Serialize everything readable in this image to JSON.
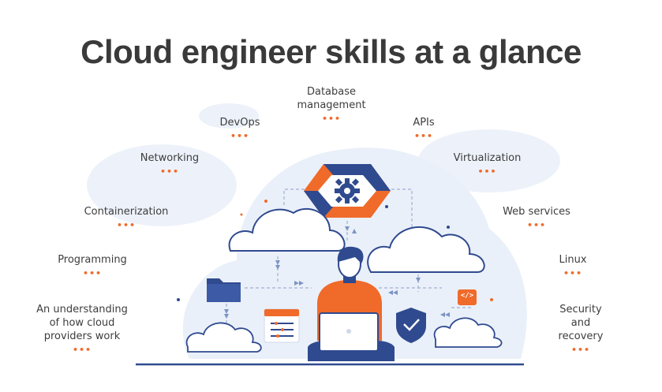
{
  "title": "Cloud engineer skills at a glance",
  "dots": "•••",
  "skills": [
    {
      "id": "database-management",
      "label": "Database\nmanagement"
    },
    {
      "id": "devops",
      "label": "DevOps"
    },
    {
      "id": "apis",
      "label": "APIs"
    },
    {
      "id": "networking",
      "label": "Networking"
    },
    {
      "id": "virtualization",
      "label": "Virtualization"
    },
    {
      "id": "containerization",
      "label": "Containerization"
    },
    {
      "id": "web-services",
      "label": "Web services"
    },
    {
      "id": "programming",
      "label": "Programming"
    },
    {
      "id": "linux",
      "label": "Linux"
    },
    {
      "id": "cloud-providers",
      "label": "An understanding\nof how cloud\nproviders work"
    },
    {
      "id": "security-recovery",
      "label": "Security\nand\nrecovery"
    }
  ],
  "icons": {
    "laptop_code": "</>"
  },
  "colors": {
    "navy": "#2f4a8f",
    "orange": "#f06a2a",
    "blob": "#eaf0f9",
    "text": "#3d3d3d",
    "title": "#3a3a3a"
  }
}
